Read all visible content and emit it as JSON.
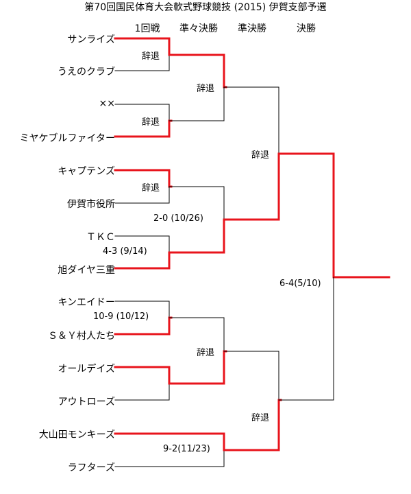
{
  "title": "第70回国民体育大会軟式野球競技 (2015) 伊賀支部予選",
  "rounds": [
    "1回戦",
    "準々決勝",
    "準決勝",
    "決勝"
  ],
  "teams": [
    "サンライズ",
    "うえのクラブ",
    "××",
    "ミヤケブルファイター",
    "キャプテンズ",
    "伊賀市役所",
    "ＴＫＣ",
    "旭ダイヤ三重",
    "キンエイドー",
    "Ｓ＆Ｙ村人たち",
    "オールデイズ",
    "アウトローズ",
    "大山田モンキーズ",
    "ラフターズ"
  ],
  "results": {
    "r1": [
      "辞退",
      "辞退",
      "辞退",
      "4-3 (9/14)",
      "10-9 (10/12)"
    ],
    "qf": [
      "辞退",
      "2-0 (10/26)",
      "辞退",
      "9-2(11/23)"
    ],
    "sf": [
      "辞退",
      "辞退"
    ],
    "final": "6-4(5/10)"
  },
  "colors": {
    "win": "#e8141c",
    "lose": "#000000"
  }
}
